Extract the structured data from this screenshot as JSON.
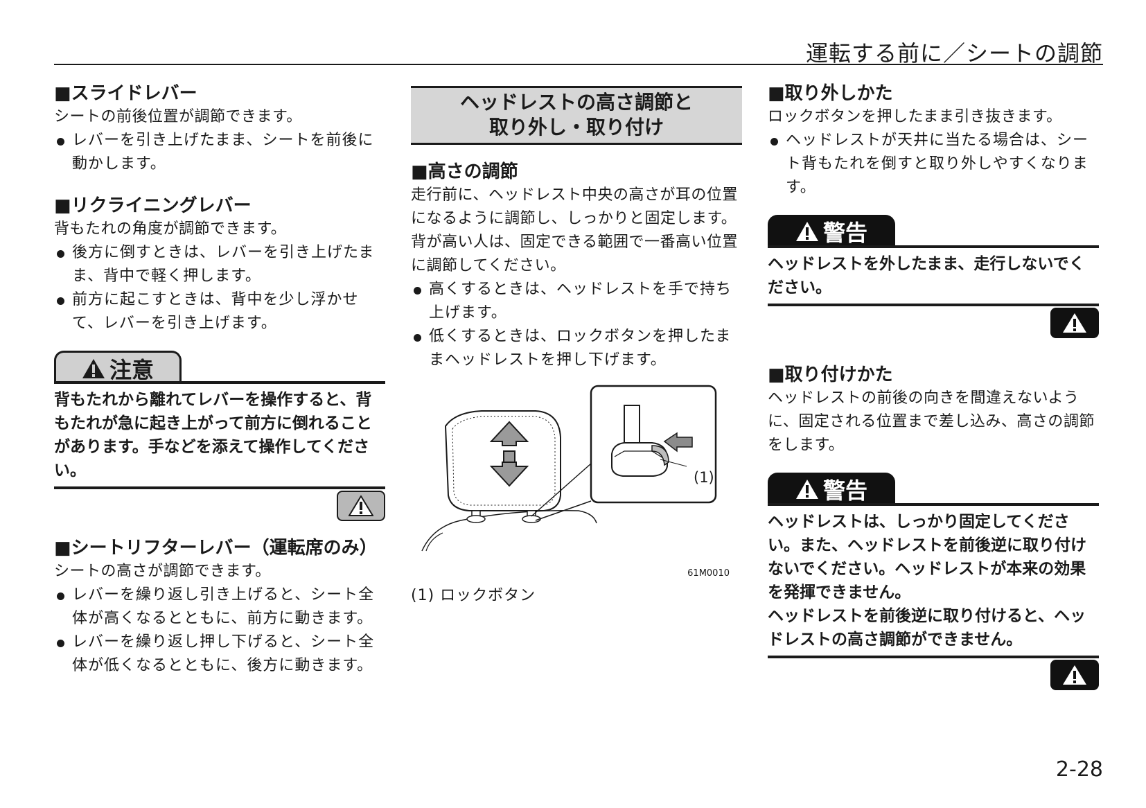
{
  "header": {
    "title": "運転する前に／シートの調節"
  },
  "left": {
    "slide": {
      "heading": "■スライドレバー",
      "lead": "シートの前後位置が調節できます。",
      "bullets": [
        "レバーを引き上げたまま、シートを前後に動かします。"
      ]
    },
    "recline": {
      "heading": "■リクライニングレバー",
      "lead": "背もたれの角度が調節できます。",
      "bullets": [
        "後方に倒すときは、レバーを引き上げたまま、背中で軽く押します。",
        "前方に起こすときは、背中を少し浮かせて、レバーを引き上げます。"
      ]
    },
    "caution": {
      "label": "注意",
      "body": "背もたれから離れてレバーを操作すると、背もたれが急に起き上がって前方に倒れることがあります。手などを添えて操作してください。"
    },
    "lifter": {
      "heading": "■シートリフターレバー（運転席のみ）",
      "lead": "シートの高さが調節できます。",
      "bullets": [
        "レバーを繰り返し引き上げると、シート全体が高くなるとともに、前方に動きます。",
        "レバーを繰り返し押し下げると、シート全体が低くなるとともに、後方に動きます。"
      ]
    }
  },
  "middle": {
    "section_title_line1": "ヘッドレストの高さ調節と",
    "section_title_line2": "取り外し・取り付け",
    "height": {
      "heading": "■高さの調節",
      "lead": "走行前に、ヘッドレスト中央の高さが耳の位置になるように調節し、しっかりと固定します。背が高い人は、固定できる範囲で一番高い位置に調節してください。",
      "bullets": [
        "高くするときは、ヘッドレストを手で持ち上げます。",
        "低くするときは、ロックボタンを押したままヘッドレストを押し下げます。"
      ]
    },
    "figure": {
      "callout": "(1)",
      "code": "61M0010"
    },
    "caption": "(1) ロックボタン"
  },
  "right": {
    "remove": {
      "heading": "■取り外しかた",
      "lead": "ロックボタンを押したまま引き抜きます。",
      "bullets": [
        "ヘッドレストが天井に当たる場合は、シート背もたれを倒すと取り外しやすくなります。"
      ]
    },
    "warning1": {
      "label": "警告",
      "body": "ヘッドレストを外したまま、走行しないでください。"
    },
    "install": {
      "heading": "■取り付けかた",
      "lead": "ヘッドレストの前後の向きを間違えないように、固定される位置まで差し込み、高さの調節をします。"
    },
    "warning2": {
      "label": "警告",
      "body1": "ヘッドレストは、しっかり固定してください。また、ヘッドレストを前後逆に取り付けないでください。ヘッドレストが本来の効果を発揮できません。",
      "body2": "ヘッドレストを前後逆に取り付けると、ヘッドレストの高さ調節ができません。"
    }
  },
  "footer": {
    "page_number": "2-28"
  },
  "icons": {
    "caution": "warning-triangle-icon",
    "warning": "warning-triangle-icon"
  },
  "colors": {
    "section_bg": "#d6d6d6",
    "caution_tab": "#d0d0d0",
    "warning_tab": "#111111"
  }
}
